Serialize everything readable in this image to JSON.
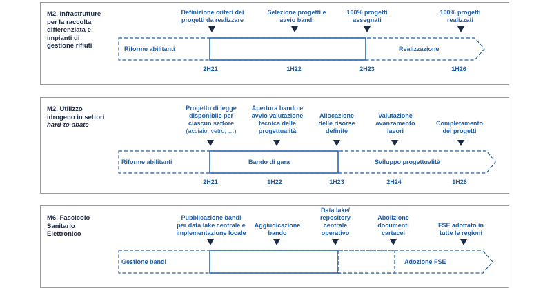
{
  "panels": [
    {
      "title": "M2. Infrastrutture per la raccolta differenziata e impianti di gestione rifiuti",
      "milestones": [
        {
          "lines": [
            "Definizione criteri dei",
            "progetti da realizzare"
          ]
        },
        {
          "lines": [
            "Selezione progetti e",
            "avvio bandi"
          ]
        },
        {
          "lines": [
            "100% progetti",
            "assegnati"
          ]
        },
        {
          "lines": [
            "100% progetti",
            "realizzati"
          ]
        }
      ],
      "dates": [
        "2H21",
        "1H22",
        "2H23",
        "1H26"
      ],
      "phases": [
        "Riforme abilitanti",
        "Realizzazione"
      ]
    },
    {
      "title_main": "M2. Utilizzo idrogeno in settori",
      "title_italic": "hard-to-abate",
      "milestones": [
        {
          "lines": [
            "Progetto di legge",
            "disponibile per",
            "ciascun settore"
          ],
          "sub": "(acciaio, vetro, …)"
        },
        {
          "lines": [
            "Apertura bando e",
            "avvio valutazione",
            "tecnica delle",
            "progettualità"
          ]
        },
        {
          "lines": [
            "Allocazione",
            "delle risorse",
            "definite"
          ]
        },
        {
          "lines": [
            "Valutazione",
            "avanzamento",
            "lavori"
          ]
        },
        {
          "lines": [
            "Completamento",
            "dei progetti"
          ]
        }
      ],
      "dates": [
        "2H21",
        "1H22",
        "1H23",
        "2H24",
        "1H26"
      ],
      "phases": [
        "Riforme abilitanti",
        "Bando di gara",
        "Sviluppo progettualità"
      ]
    },
    {
      "title": "M6. Fascicolo Sanitario Elettronico",
      "milestones": [
        {
          "lines": [
            "Pubblicazione bandi",
            "per data lake centrale e",
            "implementazione locale"
          ]
        },
        {
          "lines": [
            "Aggiudicazione",
            "bando"
          ]
        },
        {
          "lines": [
            "Data lake/",
            "repository",
            "centrale",
            "operativo"
          ]
        },
        {
          "lines": [
            "Abolizione",
            "documenti",
            "cartacei"
          ]
        },
        {
          "lines": [
            "FSE adottato in",
            "tutte le regioni"
          ]
        }
      ],
      "phases": [
        "Gestione bandi",
        "Adozione FSE"
      ]
    }
  ],
  "colors": {
    "accent": "#1f5fa8",
    "marker": "#1d2a44",
    "border": "#9a9a9a"
  }
}
